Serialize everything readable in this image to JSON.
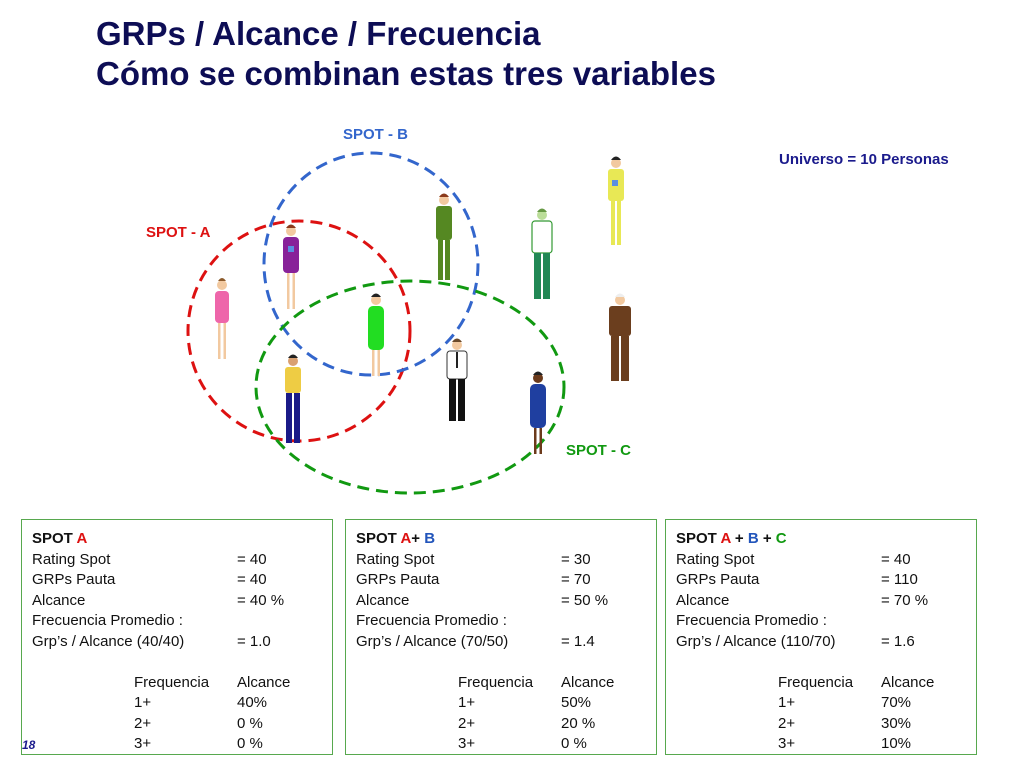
{
  "title": {
    "line1": "GRPs / Alcance / Frecuencia",
    "line2": "Cómo se combinan estas tres variables"
  },
  "universe": "Universo = 10 Personas",
  "spots": {
    "a": {
      "label": "SPOT - A",
      "color": "#dd1111"
    },
    "b": {
      "label": "SPOT - B",
      "color": "#3366cc"
    },
    "c": {
      "label": "SPOT - C",
      "color": "#119911"
    }
  },
  "people_icon": "person-icon",
  "boxes": [
    {
      "head_prefix": "SPOT ",
      "head_parts": [
        {
          "text": "A",
          "color": "red"
        }
      ],
      "rows": [
        {
          "k": "Rating Spot",
          "v": "= 40"
        },
        {
          "k": "GRPs Pauta",
          "v": "= 40"
        },
        {
          "k": "Alcance",
          "v": "= 40 %"
        },
        {
          "k": "Frecuencia Promedio :",
          "v": ""
        },
        {
          "k": "Grp’s / Alcance (40/40)",
          "v": "= 1.0"
        }
      ],
      "freq_header": [
        "Frequencia",
        "Alcance"
      ],
      "freq_rows": [
        [
          "1+",
          "40%"
        ],
        [
          "2+",
          "0 %"
        ],
        [
          "3+",
          "0 %"
        ]
      ]
    },
    {
      "head_prefix": "SPOT ",
      "head_parts": [
        {
          "text": "A",
          "color": "red"
        },
        {
          "text": "+ ",
          "color": ""
        },
        {
          "text": "B",
          "color": "blue"
        }
      ],
      "rows": [
        {
          "k": "Rating Spot",
          "v": "= 30"
        },
        {
          "k": "GRPs Pauta",
          "v": "= 70"
        },
        {
          "k": "Alcance",
          "v": "= 50 %"
        },
        {
          "k": "Frecuencia Promedio :",
          "v": ""
        },
        {
          "k": "Grp’s / Alcance (70/50)",
          "v": "= 1.4"
        }
      ],
      "freq_header": [
        "Frequencia",
        "Alcance"
      ],
      "freq_rows": [
        [
          "1+",
          "50%"
        ],
        [
          "2+",
          "20 %"
        ],
        [
          "3+",
          "0 %"
        ]
      ]
    },
    {
      "head_prefix": "SPOT ",
      "head_parts": [
        {
          "text": "A",
          "color": "red"
        },
        {
          "text": " + ",
          "color": ""
        },
        {
          "text": "B",
          "color": "blue"
        },
        {
          "text": " + ",
          "color": ""
        },
        {
          "text": "C",
          "color": "green"
        }
      ],
      "rows": [
        {
          "k": "Rating Spot",
          "v": "= 40"
        },
        {
          "k": "GRPs Pauta",
          "v": "= 110"
        },
        {
          "k": "Alcance",
          "v": "= 70 %"
        },
        {
          "k": "Frecuencia Promedio :",
          "v": ""
        },
        {
          "k": "Grp’s / Alcance (110/70)",
          "v": "= 1.6"
        }
      ],
      "freq_header": [
        "Frequencia",
        "Alcance"
      ],
      "freq_rows": [
        [
          "1+",
          "70%"
        ],
        [
          "2+",
          "30%"
        ],
        [
          "3+",
          "10%"
        ]
      ]
    }
  ],
  "page_number": "18"
}
